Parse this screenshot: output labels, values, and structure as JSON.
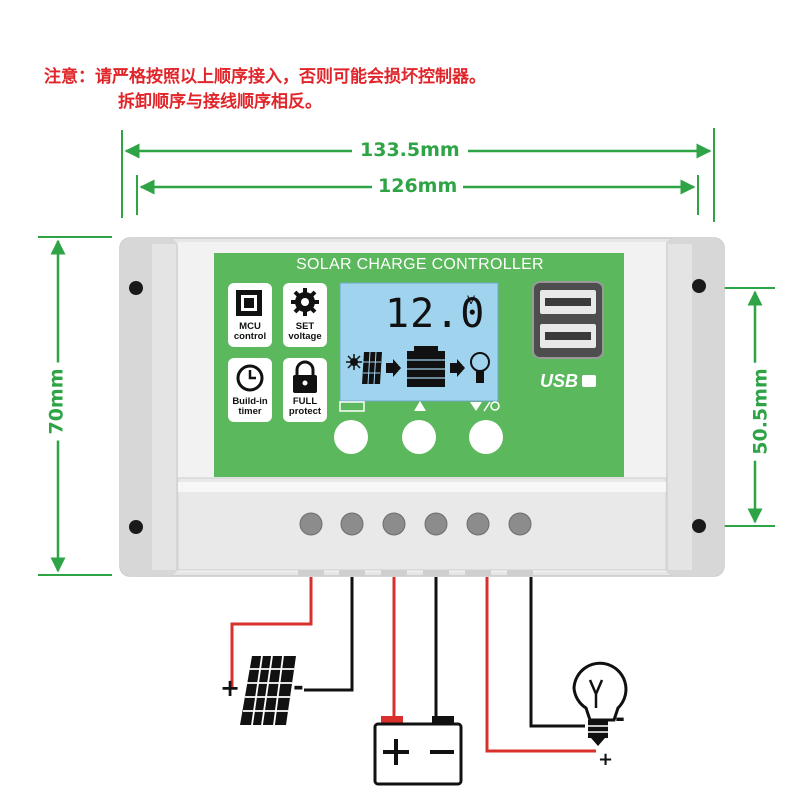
{
  "notice": {
    "line1": "注意：请严格按照以上顺序接入，否则可能会损坏控制器。",
    "line2": "拆卸顺序与接线顺序相反。"
  },
  "dimensions": {
    "outer_width": "133.5mm",
    "hole_width": "126mm",
    "height": "70mm",
    "hole_height": "50.5mm"
  },
  "panel": {
    "title": "SOLAR CHARGE CONTROLLER",
    "lcd_value": "12.0",
    "lcd_unit": "V",
    "usb_label": "USB"
  },
  "features": [
    {
      "label": "MCU control",
      "icon": "chip-icon"
    },
    {
      "label": "SET voltage",
      "icon": "gear-icon"
    },
    {
      "label": "Build-in timer",
      "icon": "clock-icon"
    },
    {
      "label": "FULL protect",
      "icon": "lock-icon"
    }
  ],
  "feature_labels": {
    "mcu_1": "MCU",
    "mcu_2": "control",
    "set_1": "SET",
    "set_2": "voltage",
    "timer_1": "Build-in",
    "timer_2": "timer",
    "protect_1": "FULL",
    "protect_2": "protect"
  },
  "wiring": {
    "plus": "+",
    "minus": "-"
  },
  "colors": {
    "panel_green": "#5cb85c",
    "dimension_green": "#2ea447",
    "notice_red": "#e0262b",
    "wire_red": "#d9302c",
    "wire_black": "#111111",
    "lcd_blue": "#9fd3ee"
  }
}
